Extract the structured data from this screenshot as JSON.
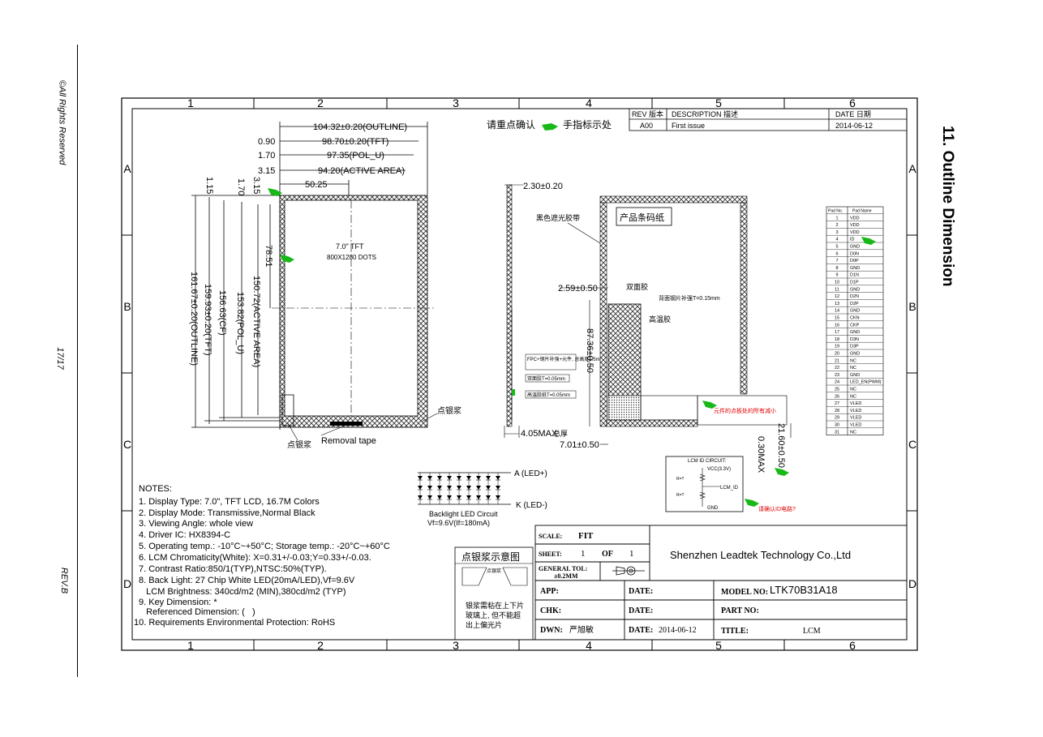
{
  "page": {
    "section_title": "11. Outline Dimension",
    "rights": "©All Rights Reserved",
    "page_number": "17/17",
    "revision": "REV.B"
  },
  "frame": {
    "columns": [
      "1",
      "2",
      "3",
      "4",
      "5",
      "6"
    ],
    "rows": [
      "A",
      "B",
      "C",
      "D"
    ]
  },
  "revision_table": {
    "headers": [
      "REV 版本",
      "DESCRIPTION 描述",
      "DATE 日期"
    ],
    "rows": [
      [
        "A00",
        "First issue",
        "2014-06-12"
      ]
    ]
  },
  "check_note": "请重点确认",
  "check_note_suffix": "手指标示处",
  "front_view": {
    "dims_top": [
      "104.32±0.20(OUTLINE)",
      "98.70±0.20(TFT)",
      "97.35(POL_U)",
      "94.20(ACTIVE AREA)",
      "50.25"
    ],
    "dims_left_offsets": [
      "0.90",
      "1.70",
      "3.15"
    ],
    "dims_vertical": [
      "161.67±0.20(OUTLINE)",
      "159.93±0.20(TFT)",
      "156.63(CF)",
      "153.82(POL_U)",
      "150.72(ACTIVE AREA)",
      "78.51"
    ],
    "dims_vertical_offsets": [
      "1.15",
      "1.70",
      "3.15"
    ],
    "center_label_1": "7.0\" TFT",
    "center_label_2": "800X1280 DOTS",
    "removal_tape": "Removal tape",
    "silver_paste_1": "点银浆",
    "silver_paste_2": "点银浆"
  },
  "side_view": {
    "dim_top": "2.30±0.20",
    "dim_mid": "2.59±0.50",
    "dim_height": "87.36±0.50",
    "dim_bottom_left": "4.05MAX",
    "dim_bottom_left_note": "总厚",
    "dim_bottom": "7.01±0.50",
    "label_black_tape": "黑色遮光胶带",
    "label_fpc": "FPC+钢片补强+元件, 总高度1.5max",
    "label_double_tape": "双面胶T=0.05mm",
    "label_hightemp_tape": "高温胶纸T=0.05mm"
  },
  "back_view": {
    "barcode_label": "产品条码纸",
    "double_tape": "双面胶",
    "steel_label": "背面钢片补强T=0.15mm",
    "hightemp": "高温胶",
    "note_red": "元件的点板处的所有减小",
    "dim_bottom": "0.30MAX",
    "dim_right": "21.60±0.50"
  },
  "pad_table": {
    "headers": [
      "Pad No.",
      "Pad Name"
    ],
    "rows": [
      [
        "1",
        "VDD"
      ],
      [
        "2",
        "VDD"
      ],
      [
        "3",
        "VDD"
      ],
      [
        "4",
        "ID"
      ],
      [
        "5",
        "GND"
      ],
      [
        "6",
        "D0N"
      ],
      [
        "7",
        "D0P"
      ],
      [
        "8",
        "GND"
      ],
      [
        "9",
        "D1N"
      ],
      [
        "10",
        "D1P"
      ],
      [
        "11",
        "GND"
      ],
      [
        "12",
        "D2N"
      ],
      [
        "13",
        "D2P"
      ],
      [
        "14",
        "GND"
      ],
      [
        "15",
        "CKN"
      ],
      [
        "16",
        "CKP"
      ],
      [
        "17",
        "GND"
      ],
      [
        "18",
        "D3N"
      ],
      [
        "19",
        "D3P"
      ],
      [
        "20",
        "GND"
      ],
      [
        "21",
        "NC"
      ],
      [
        "22",
        "NC"
      ],
      [
        "23",
        "GND"
      ],
      [
        "24",
        "LED_EN(PWM)"
      ],
      [
        "25",
        "NC"
      ],
      [
        "26",
        "NC"
      ],
      [
        "27",
        "VLED"
      ],
      [
        "28",
        "VLED"
      ],
      [
        "29",
        "VLED"
      ],
      [
        "30",
        "VLED"
      ],
      [
        "31",
        "NC"
      ]
    ]
  },
  "id_circuit": {
    "title": "LCM ID CIRCUIT:",
    "vcc": "VCC(3.3V)",
    "lcm_id": "LCM_ID",
    "gnd": "GND",
    "r1": "R=?",
    "r2": "R=?",
    "confirm_note": "请确认ID电路?"
  },
  "led_circuit": {
    "anode": "A (LED+)",
    "cathode": "K (LED-)",
    "title": "Backlight LED Circuit",
    "spec": "Vf=9.6V(If=180mA)"
  },
  "notes": {
    "heading": "NOTES:",
    "items": [
      "1. Display Type: 7.0\", TFT LCD, 16.7M Colors",
      "2. Display Mode: Transmissive,Normal Black",
      "3. Viewing Angle: whole view",
      "4. Driver IC: HX8394-C",
      "5. Operating temp.: -10°C~+50°C; Storage temp.: -20°C~+60°C",
      "6. LCM Chromaticity(White): X=0.31+/-0.03;Y=0.33+/-0.03.",
      "7. Contrast Ratio:850/1(TYP),NTSC:50%(TYP).",
      "8. Back Light: 27 Chip White LED(20mA/LED),Vf=9.6V",
      "   LCM Brightness: 340cd/m2 (MIN),380cd/m2 (TYP)",
      "9. Key Dimension: *",
      "   Referenced Dimension: (   )",
      "10. Requirements Environmental Protection: RoHS"
    ]
  },
  "silver_diagram": {
    "title": "点银浆示意图",
    "label": "点银浆",
    "note_1": "银浆需粘在上下片",
    "note_2": "玻璃上, 但不能超",
    "note_3": "出上偏光片"
  },
  "title_block": {
    "scale_label": "SCALE:",
    "scale_value": "FIT",
    "sheet_label": "SHEET:",
    "sheet_value": "1",
    "of_label": "OF",
    "of_value": "1",
    "tol_label": "GENERAL TOL:",
    "tol_value": "±0.2MM",
    "company": "Shenzhen Leadtek Technology Co.,Ltd",
    "app_label": "APP:",
    "chk_label": "CHK:",
    "dwn_label": "DWN:",
    "dwn_value": "严旭敏",
    "date_label_1": "DATE:",
    "date_label_2": "DATE:",
    "date_label_3": "DATE:",
    "date_value": "2014-06-12",
    "model_label": "MODEL NO:",
    "model_value": "LTK70B31A18",
    "part_label": "PART NO:",
    "title_label": "TITLE:",
    "title_value": "LCM"
  },
  "colors": {
    "line": "#000000",
    "hatch": "#333333",
    "finger": "#18b818",
    "red_note": "#e00000"
  }
}
